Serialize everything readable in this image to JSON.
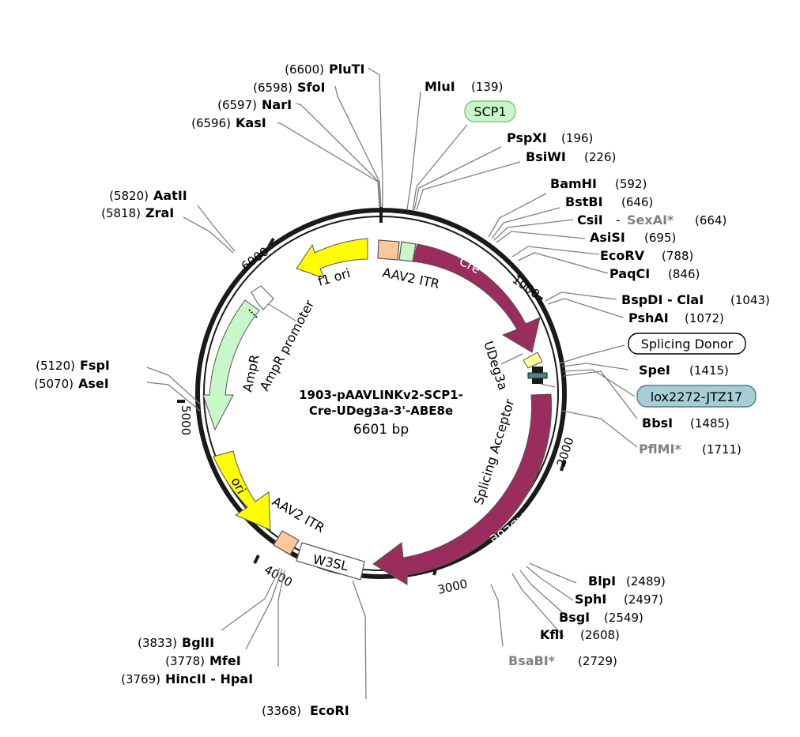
{
  "plasmid": {
    "name_line1": "1903-pAAVLINKv2-SCP1-",
    "name_line2": "Cre-UDeg3a-3'-ABE8e",
    "size": "6601 bp"
  },
  "ticks": [
    "1000",
    "2000",
    "3000",
    "4000",
    "5000",
    "6000"
  ],
  "sites": [
    {
      "name": "PluTI",
      "pos": "(6600)"
    },
    {
      "name": "SfoI",
      "pos": "(6598)"
    },
    {
      "name": "NarI",
      "pos": "(6597)"
    },
    {
      "name": "KasI",
      "pos": "(6596)"
    },
    {
      "name": "MluI",
      "pos": "(139)"
    },
    {
      "name": "PspXI",
      "pos": "(196)"
    },
    {
      "name": "BsiWI",
      "pos": "(226)"
    },
    {
      "name": "BamHI",
      "pos": "(592)"
    },
    {
      "name": "BstBI",
      "pos": "(646)"
    },
    {
      "name": "CsiI",
      "sep": " - ",
      "name2": "SexAI*",
      "pos": "(664)"
    },
    {
      "name": "AsiSI",
      "pos": "(695)"
    },
    {
      "name": "EcoRV",
      "pos": "(788)"
    },
    {
      "name": "PaqCI",
      "pos": "(846)"
    },
    {
      "name": "BspDI - ClaI",
      "pos": "(1043)"
    },
    {
      "name": "PshAI",
      "pos": "(1072)"
    },
    {
      "name": "SpeI",
      "pos": "(1415)"
    },
    {
      "name": "BbsI",
      "pos": "(1485)"
    },
    {
      "name": "PflMI*",
      "pos": "(1711)"
    },
    {
      "name": "BlpI",
      "pos": "(2489)"
    },
    {
      "name": "SphI",
      "pos": "(2497)"
    },
    {
      "name": "BsgI",
      "pos": "(2549)"
    },
    {
      "name": "KflI",
      "pos": "(2608)"
    },
    {
      "name": "BsaBI*",
      "pos": "(2729)"
    },
    {
      "name": "EcoRI",
      "pos": "(3368)"
    },
    {
      "name": "BglII",
      "pos": "(3833)"
    },
    {
      "name": "MfeI",
      "pos": "(3778)"
    },
    {
      "name": "HincII - HpaI",
      "pos": "(3769)"
    },
    {
      "name": "FspI",
      "pos": "(5120)"
    },
    {
      "name": "AseI",
      "pos": "(5070)"
    },
    {
      "name": "AatII",
      "pos": "(5820)"
    },
    {
      "name": "ZraI",
      "pos": "(5818)"
    }
  ],
  "features": {
    "scp1": "SCP1",
    "splicing_donor": "Splicing Donor",
    "lox": "lox2272-JTZ17",
    "cre": "Cre",
    "abe8e": "ABE8e",
    "aav2_itr_top": "AAV2 ITR",
    "aav2_itr_bottom": "AAV2 ITR",
    "f1_ori": "f1 ori",
    "ampr_promoter": "AmpR promoter",
    "ampr": "AmpR",
    "ori": "ori",
    "w3sl": "W3SL",
    "udeg3a": "UDeg3a",
    "splicing_acceptor": "Splicing Acceptor"
  },
  "colors": {
    "backbone": "#1a1a1a",
    "cre": "#9b2d5e",
    "abe8e": "#9b2d5e",
    "f1_ori": "#ffff00",
    "ori": "#ffff00",
    "ampr": "#c8f7c8",
    "aav2_itr": "#ffc89c",
    "lox": "#a7cdd6",
    "scp1": "#c9f5c9",
    "splicing_donor": "#ffff99",
    "gray_enzyme": "#808080"
  }
}
